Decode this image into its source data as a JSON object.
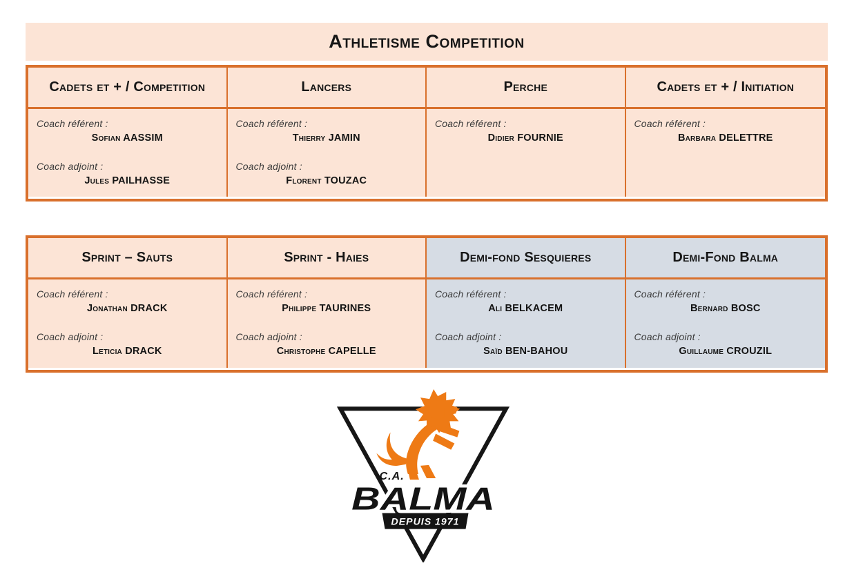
{
  "title": "Athletisme Competition",
  "labels": {
    "referent": "Coach référent :",
    "adjoint": "Coach adjoint :"
  },
  "tables": [
    {
      "columns": [
        {
          "header": "Cadets et + / Competition",
          "theme": "orange",
          "referent": "Sofian AASSIM",
          "adjoint": "Jules PAILHASSE"
        },
        {
          "header": "Lancers",
          "theme": "orange",
          "referent": "Thierry JAMIN",
          "adjoint": "Florent TOUZAC"
        },
        {
          "header": "Perche",
          "theme": "orange",
          "referent": "Didier FOURNIE"
        },
        {
          "header": "Cadets et + / Initiation",
          "theme": "orange",
          "referent": "Barbara DELETTRE"
        }
      ]
    },
    {
      "columns": [
        {
          "header": "Sprint – Sauts",
          "theme": "orange",
          "referent": "Jonathan DRACK",
          "adjoint": "Leticia DRACK"
        },
        {
          "header": "Sprint - Haies",
          "theme": "orange",
          "referent": "Philippe TAURINES",
          "adjoint": "Christophe CAPELLE"
        },
        {
          "header": "Demi-fond Sesquieres",
          "theme": "blue",
          "referent": "Ali BELKACEM",
          "adjoint": "Saïd BEN-BAHOU"
        },
        {
          "header": "Demi-Fond Balma",
          "theme": "blue",
          "referent": "Bernard BOSC",
          "adjoint": "Guillaume CROUZIL"
        }
      ]
    }
  ],
  "logo": {
    "ca": "C.A.",
    "name": "BALMA",
    "since": "DEPUIS 1971"
  },
  "colors": {
    "accent_border": "#D9702C",
    "orange_fill": "#FCE4D6",
    "blue_fill": "#D6DCE4",
    "lion_orange": "#EE7A15",
    "text_dark": "#1F1F1F"
  }
}
